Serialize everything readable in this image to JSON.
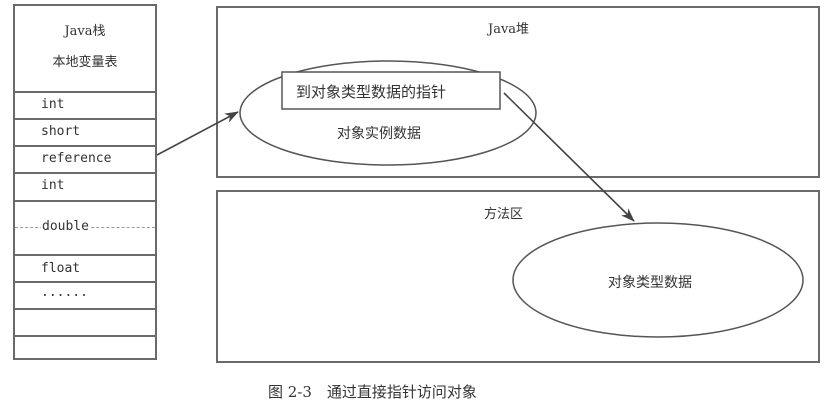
{
  "java_stack": {
    "title_line1": "Java栈",
    "title_line2": "本地变量表",
    "slots": [
      {
        "label": "int"
      },
      {
        "label": "short"
      },
      {
        "label": "reference"
      },
      {
        "label": "int"
      },
      {
        "label": "double"
      },
      {
        "label": "float"
      },
      {
        "label": "......"
      },
      {
        "label": ""
      },
      {
        "label": ""
      }
    ]
  },
  "java_heap": {
    "label": "Java堆",
    "object_ellipse": {
      "pointer_box_label": "到对象类型数据的指针",
      "instance_data_label": "对象实例数据"
    }
  },
  "method_area": {
    "label": "方法区",
    "type_data_label": "对象类型数据"
  },
  "arrows": [
    {
      "from": "reference",
      "to": "object-instance"
    },
    {
      "from": "type-data-pointer",
      "to": "object-type-data"
    }
  ],
  "caption": "图 2-3　通过直接指针访问对象",
  "colors": {
    "line": "#555555",
    "border": "#6a6a6a",
    "text": "#333333",
    "background": "#ffffff"
  }
}
